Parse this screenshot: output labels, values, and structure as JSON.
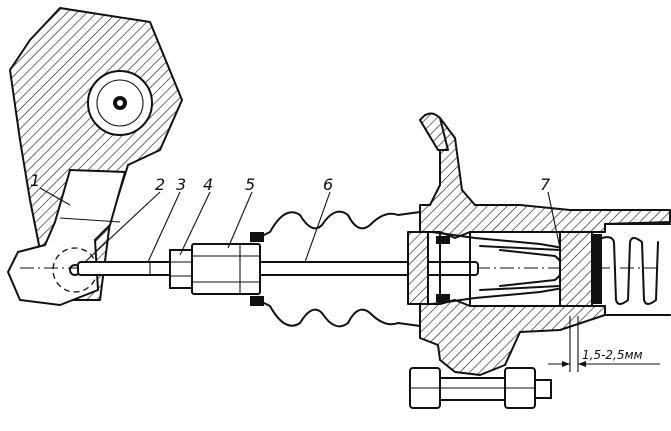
{
  "drawing": {
    "callouts": [
      {
        "id": "1",
        "text": "1"
      },
      {
        "id": "2",
        "text": "2"
      },
      {
        "id": "3",
        "text": "3"
      },
      {
        "id": "4",
        "text": "4"
      },
      {
        "id": "5",
        "text": "5"
      },
      {
        "id": "6",
        "text": "6"
      },
      {
        "id": "7",
        "text": "7"
      }
    ],
    "dimension": {
      "text": "1,5-2,5мм"
    }
  }
}
